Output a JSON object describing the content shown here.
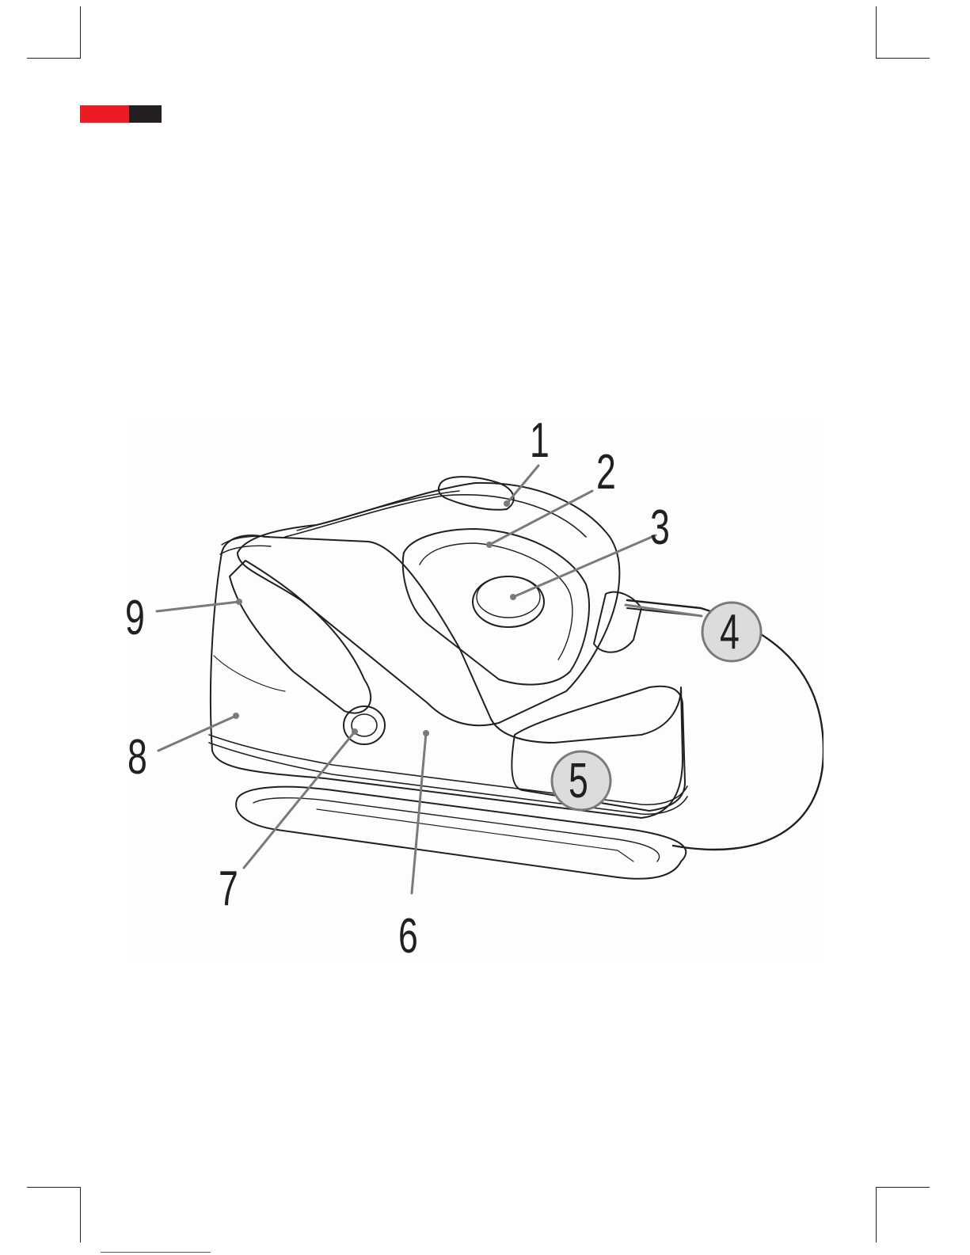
{
  "colors": {
    "brand_red": "#ed1c24",
    "brand_dark": "#231f20",
    "line": "#231f20",
    "leader": "#7a7a7a",
    "badge_fill": "#dcdcdc"
  },
  "callouts": {
    "c1": "1",
    "c2": "2",
    "c3": "3",
    "c4": "4",
    "c5": "5",
    "c6": "6",
    "c7": "7",
    "c8": "8",
    "c9": "9"
  }
}
